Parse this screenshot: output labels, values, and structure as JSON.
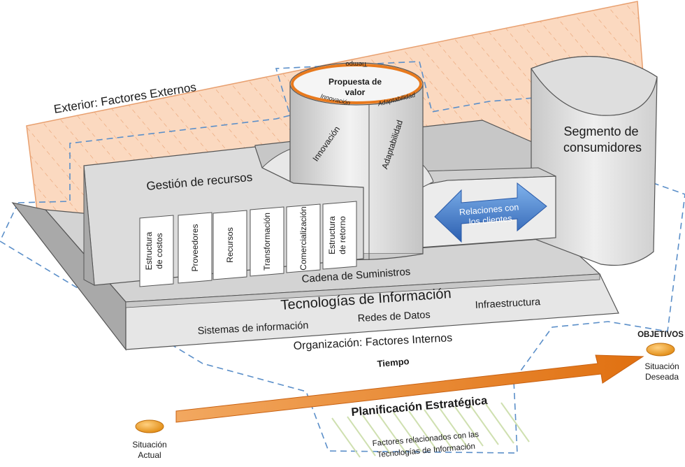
{
  "exterior_label": "Exterior: Factores Externos",
  "value_proposition": {
    "title_line1": "Propuesta de",
    "title_line2": "valor",
    "top_time": "Tiempo",
    "top_innovation": "Innovación",
    "top_adaptability": "Adaptabilidad",
    "side_innovation": "Innovación",
    "side_adaptability": "Adaptabilidad"
  },
  "segment": {
    "line1": "Segmento de",
    "line2": "consumidores"
  },
  "resources": {
    "title": "Gestión de recursos",
    "columns": [
      {
        "line1": "Estructura",
        "line2": "de costos"
      },
      {
        "line1": "Proveedores",
        "line2": ""
      },
      {
        "line1": "Recursos",
        "line2": ""
      },
      {
        "line1": "Transformación",
        "line2": ""
      },
      {
        "line1": "Comercialización",
        "line2": ""
      },
      {
        "line1": "Estructura",
        "line2": "de retorno"
      }
    ]
  },
  "relations": {
    "line1": "Relaciones con",
    "line2": "los clientes"
  },
  "supply_chain": "Cadena de Suministros",
  "it_platform": {
    "title": "Tecnologías  de Información",
    "systems": "Sistemas de información",
    "networks": "Redes de Datos",
    "infrastructure": "Infraestructura"
  },
  "organization": "Organización: Factores Internos",
  "timeline": {
    "time": "Tiempo",
    "start_line1": "Situación",
    "start_line2": "Actual",
    "objectives": "OBJETIVOS",
    "end_line1": "Situación",
    "end_line2": "Deseada",
    "planning": "Planificación Estratégica",
    "factors_line1": "Factores relacionados con las",
    "factors_line2": "Tecnologías de Información"
  },
  "colors": {
    "exterior_fill": "#fbd9c0",
    "exterior_stroke": "#e8a070",
    "dashed_outline": "#5b8fc9",
    "arrow_orange": "#e87a1e",
    "node_orange": "#f0a030",
    "relations_blue": "#3a70c0",
    "gray_face": "#d8d8d8",
    "gray_dark": "#bcbcbc"
  }
}
